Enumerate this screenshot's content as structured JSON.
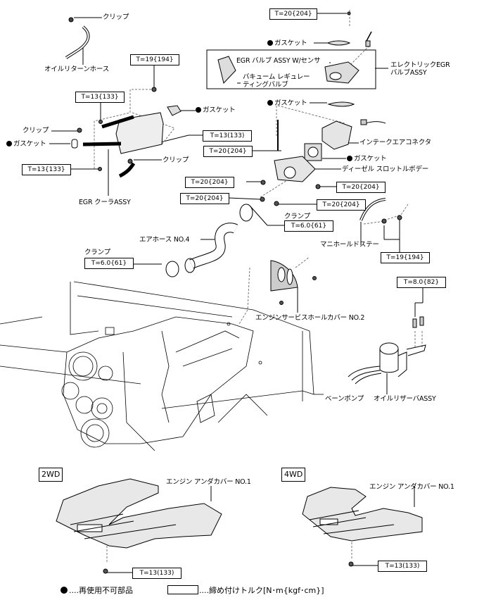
{
  "diagram": {
    "parts": {
      "clip_top": "クリップ",
      "oil_return_hose": "オイルリターンホース",
      "gasket_egr_top": "ガスケット",
      "egr_valve_w_sensor": "EGR バルブ ASSY W/センサ",
      "vacuum_reg_valve_l1": "バキューム レギュレー",
      "vacuum_reg_valve_l2": "ティングバルブ",
      "electric_egr_l1": "エレクトリックEGR",
      "electric_egr_l2": "バルブASSY",
      "gasket_cooler_right": "ガスケット",
      "clip_left": "クリップ",
      "gasket_left": "ガスケット",
      "clip_lower": "クリップ",
      "egr_cooler": "EGR クーラASSY",
      "gasket_intake_top": "ガスケット",
      "intake_air_connector": "インテークエアコネクタ",
      "gasket_throttle": "ガスケット",
      "diesel_throttle_body": "ディーゼル スロットルボデー",
      "clamp_upper": "クランプ",
      "air_hose_no4": "エアホース NO.4",
      "manifold_stay": "マニホールドステー",
      "clamp_lower": "クランプ",
      "service_hole_cover": "エンジンサービスホールカバー NO.2",
      "vane_pump": "ベーンポンプ",
      "oil_reservoir": "オイルリザーバASSY",
      "under_cover_2wd": "エンジン アンダカバー NO.1",
      "under_cover_4wd": "エンジン アンダカバー NO.1"
    },
    "variants": {
      "twd": "2WD",
      "fwd": "4WD"
    },
    "torques": {
      "egr_valve_nut": "T=20{204}",
      "cooler_top_bolt": "T=19{194}",
      "cooler_upper_nut": "T=13{133}",
      "cooler_side_bolt": "T=13(133)",
      "cooler_lower_nut": "T=13{133}",
      "connector_long_bolt": "T=20{204}",
      "throttle_nut_left": "T=20{204}",
      "throttle_nut_right": "T=20{204}",
      "throttle_bolt_left": "T=20{204}",
      "throttle_bolt_right": "T=20{204}",
      "clamp_upper": "T=6.0{61}",
      "clamp_lower": "T=6.0{61}",
      "manifold_stay_bolts": "T=19{194}",
      "reservoir_bolts": "T=8.0{82}",
      "under_cover_2wd": "T=13(133)",
      "under_cover_4wd": "T=13(133)"
    },
    "legend": {
      "non_reusable": "....再使用不可部品",
      "torque": "....締め付けトルク[N･m{kgf･cm}]"
    }
  }
}
